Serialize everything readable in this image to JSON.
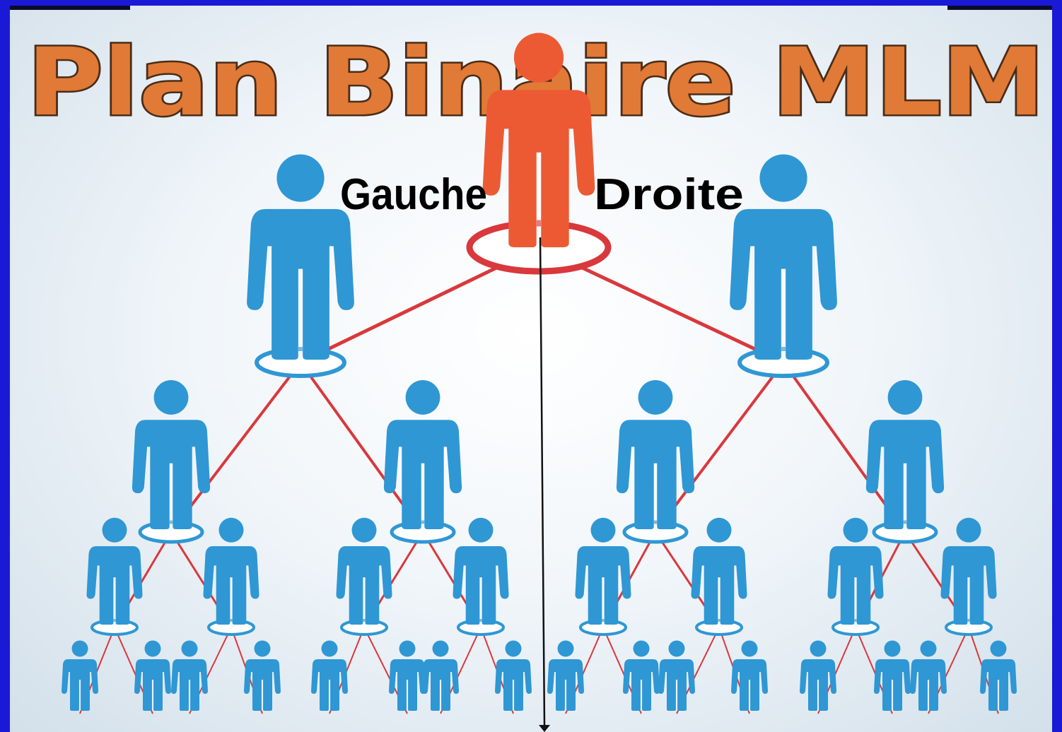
{
  "diagram": {
    "title": "Plan Binaire MLM",
    "left_label": "Gauche",
    "right_label": "Droite",
    "levels": 5,
    "colors": {
      "title_fill": "#e07a36",
      "title_stroke": "#4a2c18",
      "root_person": "#ec5a34",
      "member_person": "#2f97d4",
      "link_line": "#d9383c",
      "root_ring": "#d9383c",
      "member_ring": "#2f97d4",
      "pointer_line": "#111111",
      "background_outer": "#1a1ad6"
    }
  }
}
